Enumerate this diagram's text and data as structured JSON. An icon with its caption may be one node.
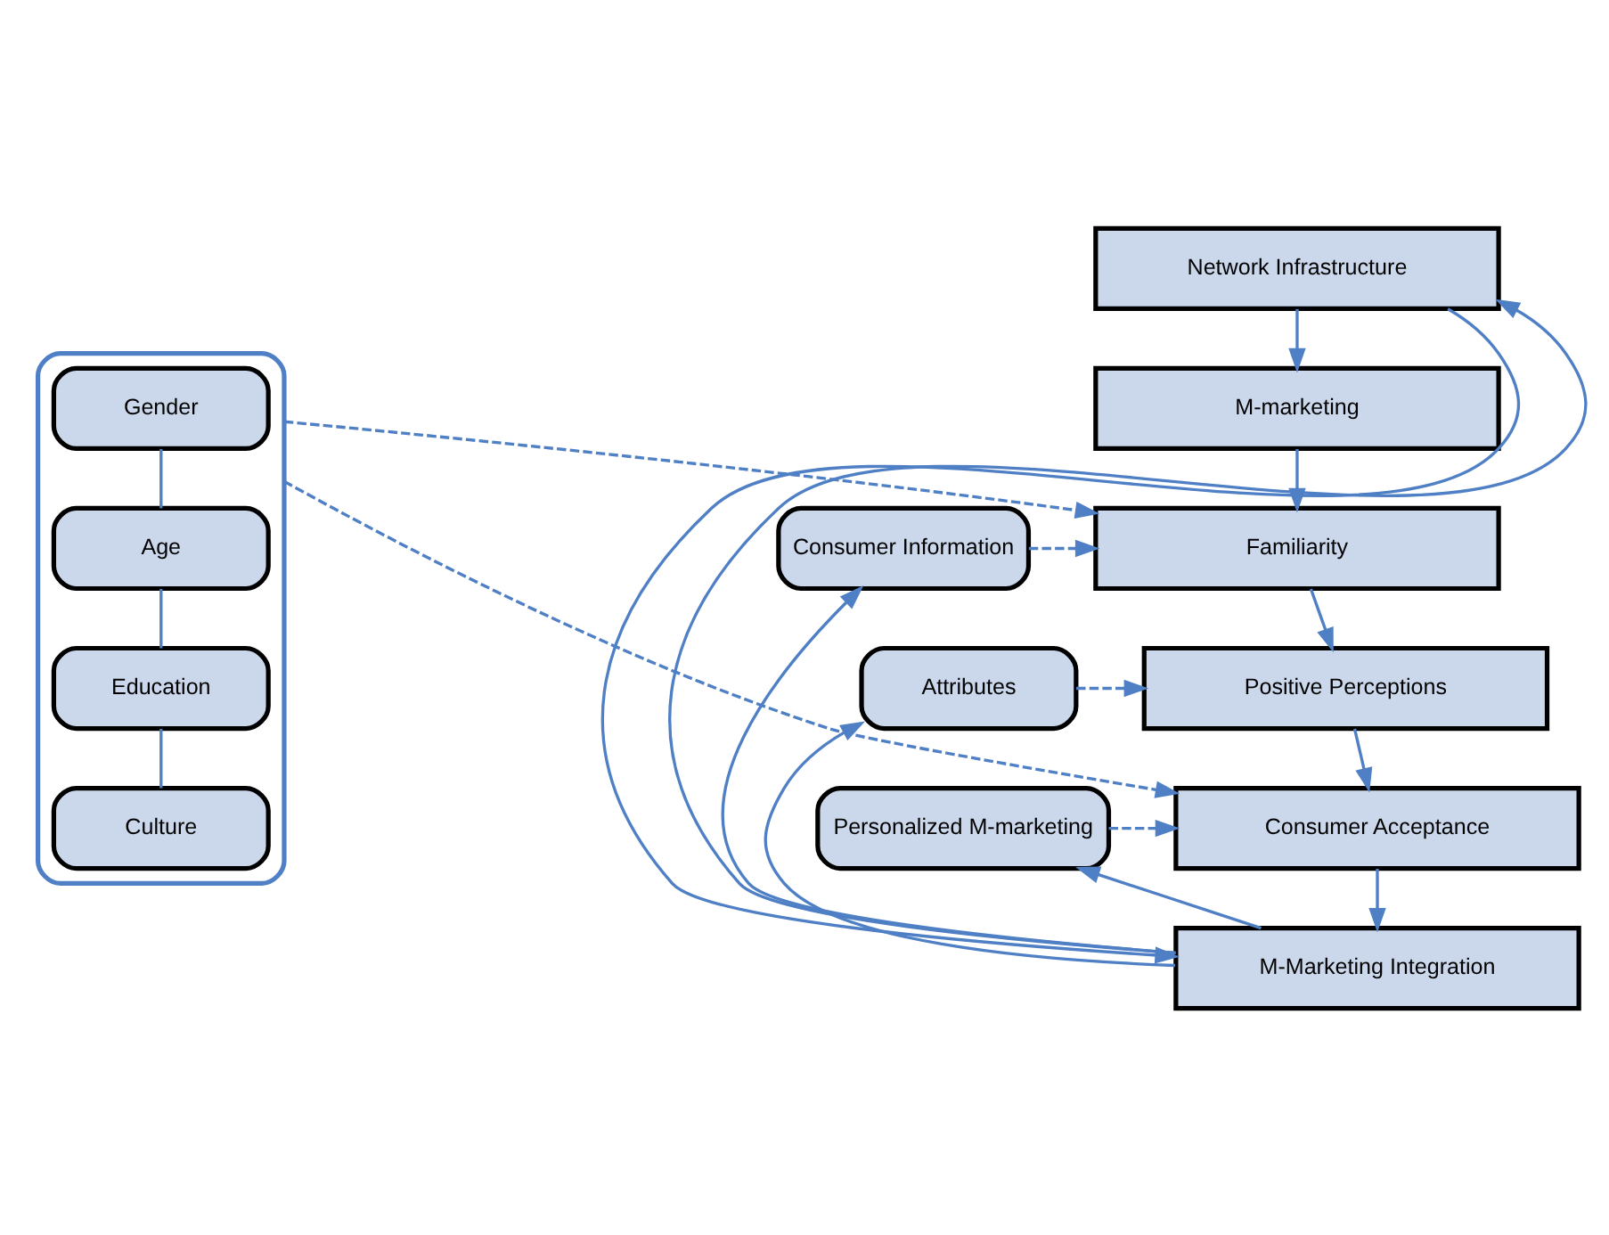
{
  "diagram": {
    "nodes": [
      {
        "text": [],
        "shape": "oval"
      },
      {
        "text": [
          "Gender"
        ],
        "in": 0
      },
      {
        "text": [
          "Age"
        ],
        "in": 0
      },
      {
        "text": [
          "Education"
        ],
        "in": 0
      },
      {
        "text": [
          "Culture"
        ],
        "in": 0
      },
      {
        "text": [
          "Network Infrastructure"
        ]
      },
      {
        "text": [
          "M-marketing"
        ]
      },
      {
        "text": [
          "Consumer Information"
        ]
      },
      {
        "text": [
          "Familiarity"
        ]
      },
      {
        "text": [
          "Attributes"
        ]
      },
      {
        "text": [
          "Positive Perceptions"
        ]
      },
      {
        "text": [
          "Personalized M-marketing"
        ]
      },
      {
        "text": [
          "Consumer Acceptance"
        ]
      },
      {
        "text": [
          "M-Marketing Integration"
        ]
      }
    ],
    "edges": [
      {
        "from": 1,
        "to": 2,
        "arrow": "none"
      },
      {
        "from": 2,
        "to": 3,
        "arrow": "none"
      },
      {
        "from": 3,
        "to": 4,
        "arrow": "none"
      },
      {
        "from": 13,
        "to": 5,
        "arrow": "to"
      },
      {
        "from": 13,
        "to": 7,
        "arrow": "to"
      },
      {
        "from": 13,
        "to": 9,
        "arrow": "to"
      },
      {
        "from": 13,
        "to": 11,
        "arrow": "to"
      },
      {
        "from": 5,
        "to": 6,
        "arrow": "to"
      },
      {
        "from": 6,
        "to": 8,
        "arrow": "to"
      },
      {
        "from": 8,
        "to": 10,
        "arrow": "to"
      },
      {
        "from": 10,
        "to": 12,
        "arrow": "to"
      },
      {
        "from": 12,
        "to": 13,
        "arrow": "to"
      },
      {
        "from": 5,
        "to": 13,
        "arrow": "to"
      },
      {
        "from": 0,
        "to": 8,
        "arrow": "to",
        "style": "dashed"
      },
      {
        "from": 0,
        "to": 12,
        "arrow": "to",
        "style": "dashed"
      },
      {
        "from": 7,
        "to": 8,
        "arrow": "to",
        "style": "dashed"
      },
      {
        "from": 9,
        "to": 10,
        "arrow": "to",
        "style": "dashed"
      },
      {
        "from": 11,
        "to": 12,
        "arrow": "to",
        "style": "dashed"
      }
    ]
  }
}
